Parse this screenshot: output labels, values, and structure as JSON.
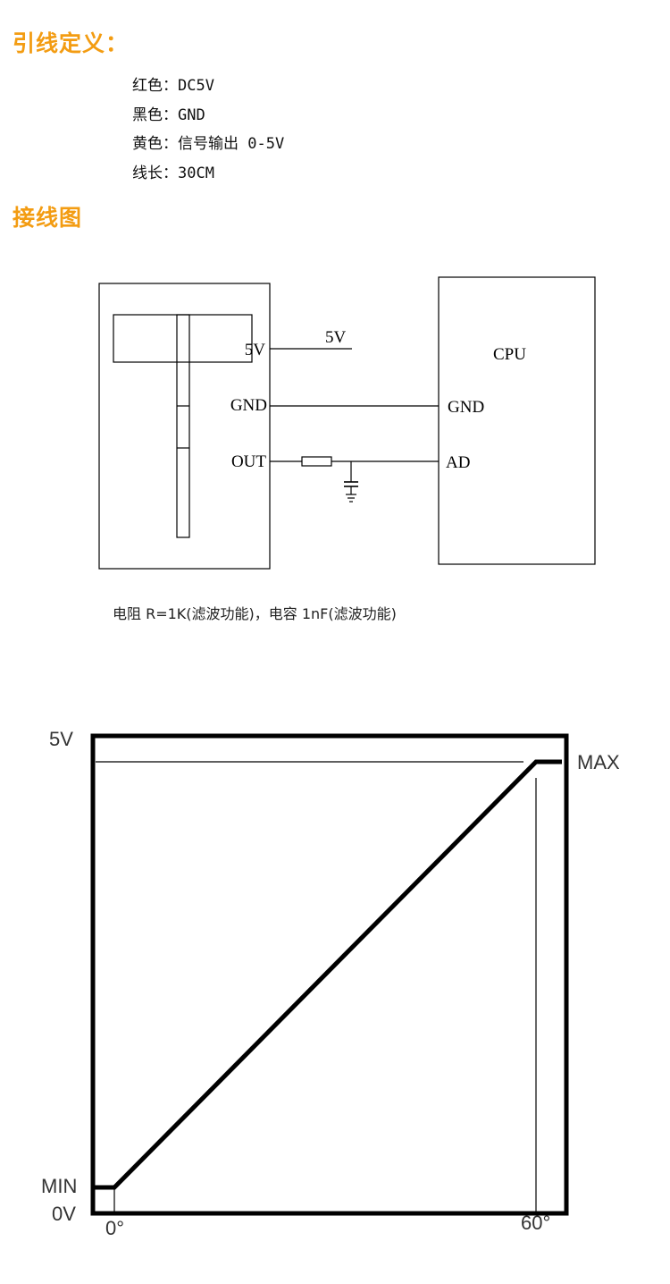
{
  "headings": {
    "lead_definition": "引线定义：",
    "wiring_diagram": "接线图"
  },
  "lead_definitions": [
    {
      "text": "红色：DC5V"
    },
    {
      "text": "黑色：GND"
    },
    {
      "text": "黄色：信号输出 0-5V"
    },
    {
      "text": "线长：30CM"
    }
  ],
  "wiring": {
    "pins": {
      "v5": "5V",
      "gnd": "GND",
      "out": "OUT"
    },
    "supply_label": "5V",
    "cpu": {
      "title": "CPU",
      "gnd": "GND",
      "ad": "AD"
    },
    "caption": "电阻 R=1K(滤波功能)，电容 1nF(滤波功能)"
  },
  "chart_data": {
    "type": "line",
    "x": [
      0,
      60
    ],
    "y_labels": [
      "5V",
      "0V"
    ],
    "y_markers": [
      "MAX",
      "MIN"
    ],
    "x_tick_labels": [
      "0°",
      "60°"
    ],
    "series": [
      {
        "points": [
          [
            "MIN",
            0
          ],
          [
            0,
            "MIN"
          ],
          [
            60,
            "MAX"
          ],
          [
            "MAX",
            "MAX"
          ]
        ]
      }
    ],
    "xlabel": "",
    "ylabel": "",
    "title": ""
  }
}
